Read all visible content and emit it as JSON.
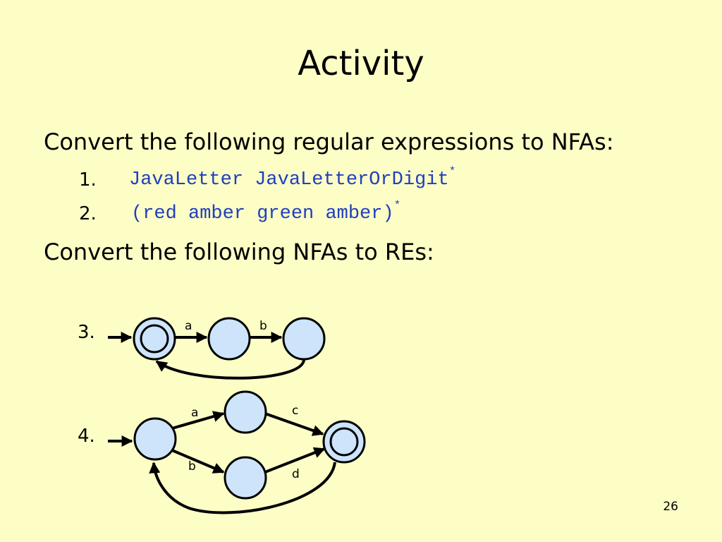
{
  "slide": {
    "title": "Activity",
    "intro_1": "Convert the following regular expressions to NFAs:",
    "items": [
      {
        "number": "1.",
        "expression": "JavaLetter JavaLetterOrDigit",
        "superscript": "*"
      },
      {
        "number": "2.",
        "expression": "(red amber green amber)",
        "superscript": "*"
      }
    ],
    "intro_2": "Convert the following NFAs to REs:",
    "diagrams": [
      {
        "number": "3.",
        "labels": [
          "a",
          "b"
        ]
      },
      {
        "number": "4.",
        "labels": [
          "a",
          "c",
          "b",
          "d"
        ]
      }
    ],
    "page_number": "26"
  },
  "colors": {
    "background": "#fdfdc6",
    "state_fill": "#cde4fb",
    "code_text": "#1f3fbf"
  }
}
